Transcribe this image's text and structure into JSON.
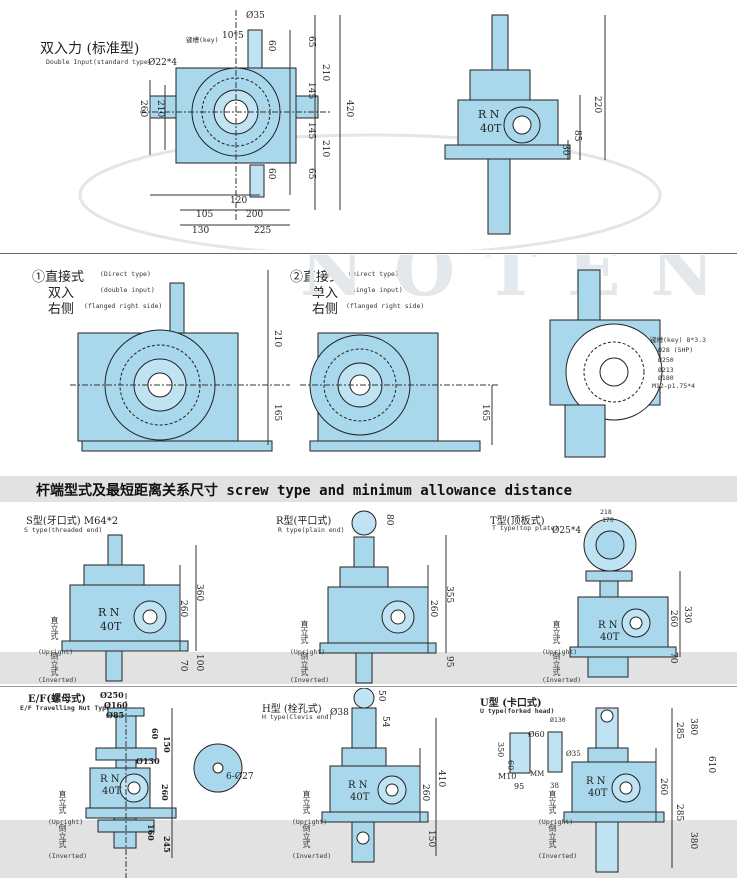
{
  "section1": {
    "title": "双入力 (标准型)",
    "title_en": "Double Input(standard type)",
    "key_label": "键槽(key)",
    "key_dim": "10*5",
    "shaft_d": "Ø35",
    "bolt": "Ø22*4",
    "dims_v": [
      "65",
      "60",
      "210",
      "145",
      "420",
      "145",
      "210",
      "60",
      "65"
    ],
    "dims_left": [
      "260",
      "210"
    ],
    "dims_h": [
      "120",
      "105",
      "200",
      "130",
      "225"
    ],
    "side_nameplate": [
      "R N",
      "40T"
    ],
    "side_dims": [
      "220",
      "85",
      "30"
    ]
  },
  "section2": {
    "a_title": "①直接式",
    "a_title_en": "(Direct type)",
    "a_input": "双入",
    "a_input_en": "(double input)",
    "a_side": "右侧",
    "a_side_en": "(flanged right side)",
    "b_title": "②直接式",
    "b_title_en": "(Direct type)",
    "b_input": "单入",
    "b_input_en": "(single input)",
    "b_side": "右侧",
    "b_side_en": "(flanged right side)",
    "dims_v": [
      "210",
      "165",
      "165"
    ],
    "flange_labels": [
      "键槽(key) 8*3.3",
      "Ø28 (SHP)",
      "Ø250",
      "Ø213",
      "Ø180",
      "M12-p1.75*4"
    ]
  },
  "section3_title": "杆端型式及最短距离关系尺寸 screw type and minimum allowance distance",
  "orientation": {
    "upright": "直立式",
    "upright_en": "(Upright)",
    "inverted": "倒立式",
    "inverted_en": "(Inverted)"
  },
  "types": {
    "S": {
      "title": "S型(牙口式) M64*2",
      "title_en": "S type(threaded end)",
      "dims": [
        "360",
        "260",
        "70",
        "100"
      ],
      "nameplate": [
        "R N",
        "40T"
      ]
    },
    "R": {
      "title": "R型(平口式)",
      "title_en": "R type(plain end)",
      "dims": [
        "80",
        "355",
        "260",
        "95"
      ]
    },
    "T": {
      "title": "T型(顶板式)",
      "title_en": "T type(top plate)",
      "dims": [
        "218",
        "170",
        "Ø25*4",
        "330",
        "260",
        "70"
      ],
      "nameplate": [
        "R N",
        "40T"
      ]
    },
    "EF": {
      "title": "E/F(螺母式)",
      "title_en": "E/F Travelling Nut Type",
      "dims": [
        "Ø250",
        "Ø160",
        "Ø85",
        "Ø130",
        "60",
        "150",
        "260",
        "160",
        "245",
        "6-Ø27"
      ],
      "nameplate": [
        "R N",
        "40T"
      ]
    },
    "H": {
      "title": "H型 (栓孔式)",
      "title_en": "H type(Clevis end)",
      "dims": [
        "Ø38",
        "50",
        "54",
        "410",
        "260",
        "150"
      ],
      "nameplate": [
        "R N",
        "40T"
      ]
    },
    "U": {
      "title": "U型 (卡口式)",
      "title_en": "U type(forked head)",
      "dims": [
        "Ø130",
        "Ø60",
        "350",
        "60",
        "M10",
        "95",
        "MM",
        "38",
        "Ø35",
        "285",
        "380",
        "610",
        "260",
        "285",
        "380"
      ],
      "nameplate": [
        "R N",
        "40T"
      ]
    }
  },
  "watermark": "NOTEN"
}
